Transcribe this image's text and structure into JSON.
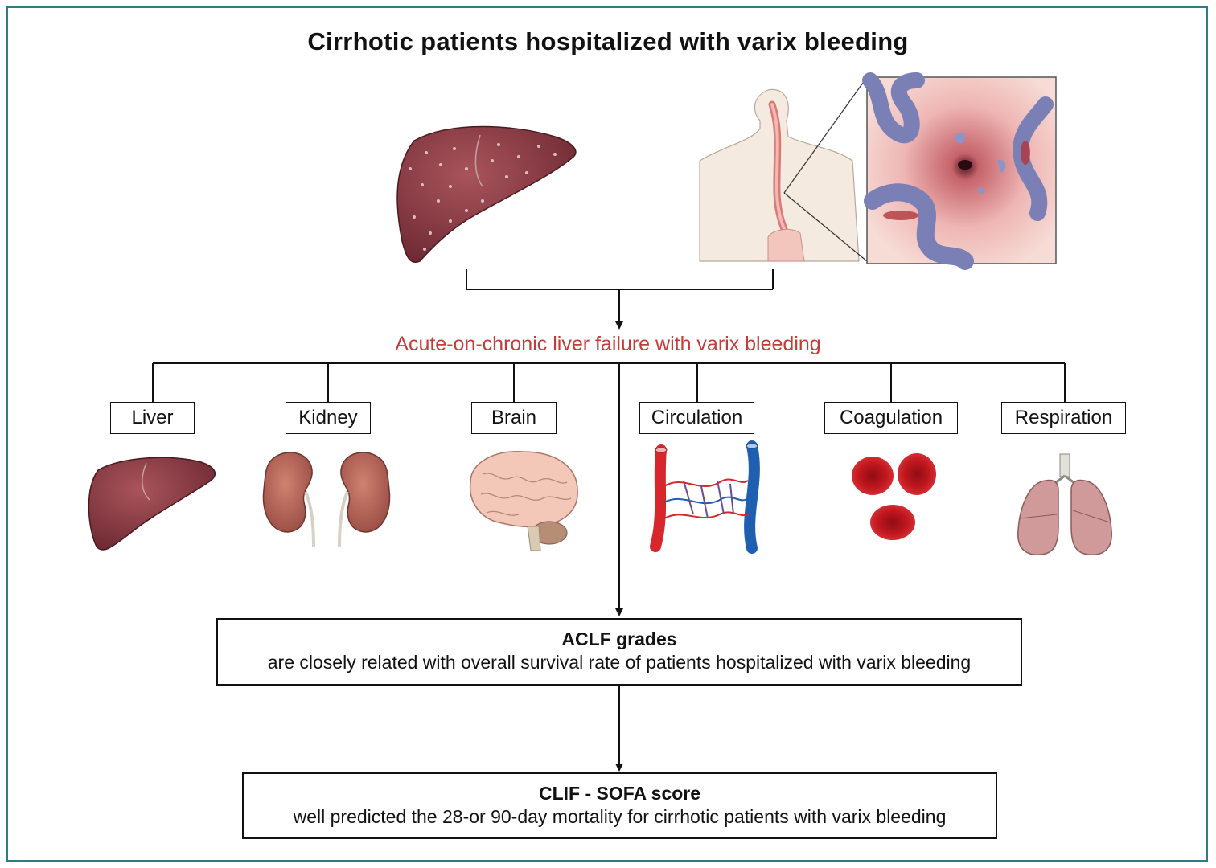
{
  "title": "Cirrhotic patients hospitalized with varix bleeding",
  "subtitle": "Acute-on-chronic liver failure with varix bleeding",
  "colors": {
    "frame": "#2d7d86",
    "subtitle": "#c83a3a",
    "liver": "#8a3a43",
    "kidney": "#b9675a",
    "brain": "#f1c4b3",
    "artery": "#d8262d",
    "vein": "#1f5fb0",
    "blood_cell": "#c0181f",
    "lung": "#cf9a99"
  },
  "organs": [
    {
      "label": "Liver",
      "icon": "liver-icon"
    },
    {
      "label": "Kidney",
      "icon": "kidney-icon"
    },
    {
      "label": "Brain",
      "icon": "brain-icon"
    },
    {
      "label": "Circulation",
      "icon": "blood-vessels-icon"
    },
    {
      "label": "Coagulation",
      "icon": "red-blood-cells-icon"
    },
    {
      "label": "Respiration",
      "icon": "lungs-icon"
    }
  ],
  "results": [
    {
      "heading": "ACLF grades",
      "text": "are closely related with overall survival rate of patients hospitalized with varix bleeding"
    },
    {
      "heading": "CLIF - SOFA score",
      "text": "well predicted the 28-or 90-day mortality for cirrhotic patients with varix bleeding"
    }
  ]
}
